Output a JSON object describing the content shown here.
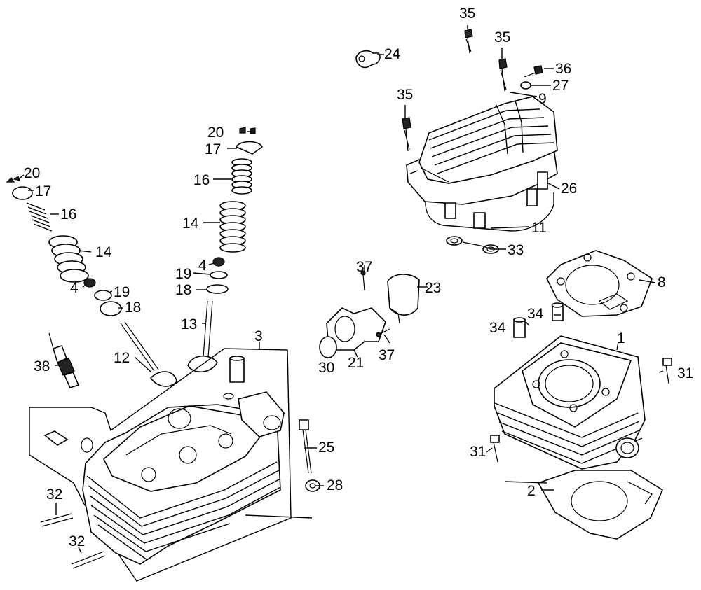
{
  "callouts": [
    {
      "id": "c35a",
      "label": "35"
    },
    {
      "id": "c35b",
      "label": "35"
    },
    {
      "id": "c35c",
      "label": "35"
    },
    {
      "id": "c24",
      "label": "24"
    },
    {
      "id": "c36",
      "label": "36"
    },
    {
      "id": "c27",
      "label": "27"
    },
    {
      "id": "c9",
      "label": "9"
    },
    {
      "id": "c26",
      "label": "26"
    },
    {
      "id": "c11",
      "label": "11"
    },
    {
      "id": "c33",
      "label": "33"
    },
    {
      "id": "c8",
      "label": "8"
    },
    {
      "id": "c1",
      "label": "1"
    },
    {
      "id": "c34a",
      "label": "34"
    },
    {
      "id": "c34b",
      "label": "34"
    },
    {
      "id": "c31a",
      "label": "31"
    },
    {
      "id": "c31b",
      "label": "31"
    },
    {
      "id": "c2",
      "label": "2"
    },
    {
      "id": "c37a",
      "label": "37"
    },
    {
      "id": "c37b",
      "label": "37"
    },
    {
      "id": "c23",
      "label": "23"
    },
    {
      "id": "c30",
      "label": "30"
    },
    {
      "id": "c21",
      "label": "21"
    },
    {
      "id": "c20a",
      "label": "20"
    },
    {
      "id": "c17a",
      "label": "17"
    },
    {
      "id": "c16a",
      "label": "16"
    },
    {
      "id": "c14a",
      "label": "14"
    },
    {
      "id": "c4a",
      "label": "4"
    },
    {
      "id": "c19a",
      "label": "19"
    },
    {
      "id": "c18a",
      "label": "18"
    },
    {
      "id": "c13",
      "label": "13"
    },
    {
      "id": "c20b",
      "label": "20"
    },
    {
      "id": "c17b",
      "label": "17"
    },
    {
      "id": "c16b",
      "label": "16"
    },
    {
      "id": "c14b",
      "label": "14"
    },
    {
      "id": "c4b",
      "label": "4"
    },
    {
      "id": "c19b",
      "label": "19"
    },
    {
      "id": "c18b",
      "label": "18"
    },
    {
      "id": "c12",
      "label": "12"
    },
    {
      "id": "c38",
      "label": "38"
    },
    {
      "id": "c3",
      "label": "3"
    },
    {
      "id": "c25",
      "label": "25"
    },
    {
      "id": "c28",
      "label": "28"
    },
    {
      "id": "c32a",
      "label": "32"
    },
    {
      "id": "c32b",
      "label": "32"
    }
  ],
  "parts": [
    {
      "name": "cylinder-head-cover"
    },
    {
      "name": "cylinder-head"
    },
    {
      "name": "cylinder"
    },
    {
      "name": "intake-pipe"
    },
    {
      "name": "valve-spring-set-left"
    },
    {
      "name": "valve-spring-set-right"
    },
    {
      "name": "spark-plug"
    }
  ]
}
